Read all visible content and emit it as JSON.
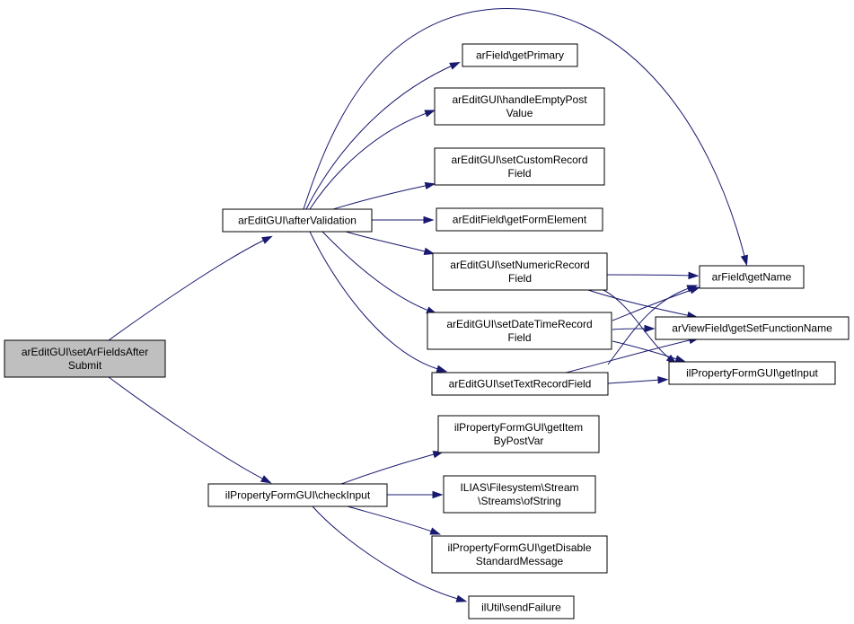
{
  "nodes": {
    "root": [
      "arEditGUI\\setArFieldsAfter",
      "Submit"
    ],
    "afterValidation": [
      "arEditGUI\\afterValidation"
    ],
    "checkInput": [
      "ilPropertyFormGUI\\checkInput"
    ],
    "getPrimary": [
      "arField\\getPrimary"
    ],
    "handleEmptyPostValue": [
      "arEditGUI\\handleEmptyPost",
      "Value"
    ],
    "setCustomRecordField": [
      "arEditGUI\\setCustomRecord",
      "Field"
    ],
    "getFormElement": [
      "arEditField\\getFormElement"
    ],
    "setNumericRecordField": [
      "arEditGUI\\setNumericRecord",
      "Field"
    ],
    "setDateTimeRecordField": [
      "arEditGUI\\setDateTimeRecord",
      "Field"
    ],
    "setTextRecordField": [
      "arEditGUI\\setTextRecordField"
    ],
    "getName": [
      "arField\\getName"
    ],
    "getSetFunctionName": [
      "arViewField\\getSetFunctionName"
    ],
    "getInput": [
      "ilPropertyFormGUI\\getInput"
    ],
    "getItemByPostVar": [
      "ilPropertyFormGUI\\getItem",
      "ByPostVar"
    ],
    "ofString": [
      "ILIAS\\Filesystem\\Stream",
      "\\Streams\\ofString"
    ],
    "getDisableStandardMessage": [
      "ilPropertyFormGUI\\getDisable",
      "StandardMessage"
    ],
    "sendFailure": [
      "ilUtil\\sendFailure"
    ]
  },
  "edges": [
    [
      "root",
      "afterValidation"
    ],
    [
      "root",
      "checkInput"
    ],
    [
      "afterValidation",
      "getPrimary"
    ],
    [
      "afterValidation",
      "handleEmptyPostValue"
    ],
    [
      "afterValidation",
      "setCustomRecordField"
    ],
    [
      "afterValidation",
      "getFormElement"
    ],
    [
      "afterValidation",
      "setNumericRecordField"
    ],
    [
      "afterValidation",
      "setDateTimeRecordField"
    ],
    [
      "afterValidation",
      "setTextRecordField"
    ],
    [
      "afterValidation",
      "getName"
    ],
    [
      "setNumericRecordField",
      "getName"
    ],
    [
      "setNumericRecordField",
      "getSetFunctionName"
    ],
    [
      "setNumericRecordField",
      "getInput"
    ],
    [
      "setDateTimeRecordField",
      "getName"
    ],
    [
      "setDateTimeRecordField",
      "getSetFunctionName"
    ],
    [
      "setDateTimeRecordField",
      "getInput"
    ],
    [
      "setTextRecordField",
      "getName"
    ],
    [
      "setTextRecordField",
      "getSetFunctionName"
    ],
    [
      "setTextRecordField",
      "getInput"
    ],
    [
      "checkInput",
      "getItemByPostVar"
    ],
    [
      "checkInput",
      "ofString"
    ],
    [
      "checkInput",
      "getDisableStandardMessage"
    ],
    [
      "checkInput",
      "sendFailure"
    ]
  ],
  "colors": {
    "edge": "#191970",
    "root_fill": "#bfbfbf",
    "node_fill": "#ffffff",
    "node_border": "#000000"
  }
}
